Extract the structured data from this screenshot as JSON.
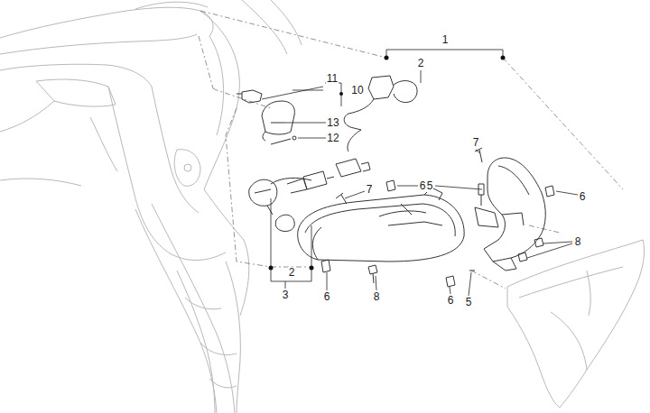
{
  "diagram": {
    "labels": [
      "1",
      "2",
      "11",
      "10",
      "13",
      "12",
      "7",
      "6",
      "5",
      "6",
      "7",
      "8",
      "2",
      "3",
      "6",
      "8",
      "6",
      "5"
    ]
  }
}
